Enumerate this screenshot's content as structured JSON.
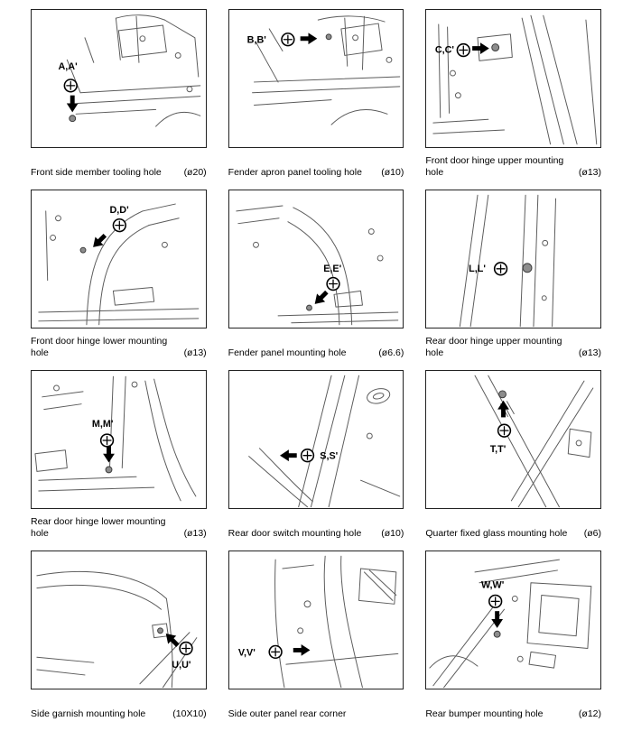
{
  "colors": {
    "ink": "#000000",
    "line_art": "#5b5b5b",
    "background": "#ffffff"
  },
  "panels": [
    {
      "label": "A,A'",
      "caption": "Front side member tooling hole",
      "spec": "(ø20)"
    },
    {
      "label": "B,B'",
      "caption": "Fender apron panel tooling hole",
      "spec": "(ø10)"
    },
    {
      "label": "C,C'",
      "caption": "Front door hinge upper mounting hole",
      "spec": "(ø13)"
    },
    {
      "label": "D,D'",
      "caption": "Front door hinge lower mounting hole",
      "spec": "(ø13)"
    },
    {
      "label": "E,E'",
      "caption": "Fender panel mounting hole",
      "spec": "(ø6.6)"
    },
    {
      "label": "L,L'",
      "caption": "Rear door hinge upper mounting hole",
      "spec": "(ø13)"
    },
    {
      "label": "M,M'",
      "caption": "Rear door hinge lower mounting hole",
      "spec": "(ø13)"
    },
    {
      "label": "S,S'",
      "caption": "Rear door switch mounting hole",
      "spec": "(ø10)"
    },
    {
      "label": "T,T'",
      "caption": "Quarter fixed glass mounting hole",
      "spec": "(ø6)"
    },
    {
      "label": "U,U'",
      "caption": "Side garnish mounting hole",
      "spec": "(10X10)"
    },
    {
      "label": "V,V'",
      "caption": "Side outer panel rear corner",
      "spec": ""
    },
    {
      "label": "W,W'",
      "caption": "Rear bumper mounting hole",
      "spec": "(ø12)"
    }
  ]
}
